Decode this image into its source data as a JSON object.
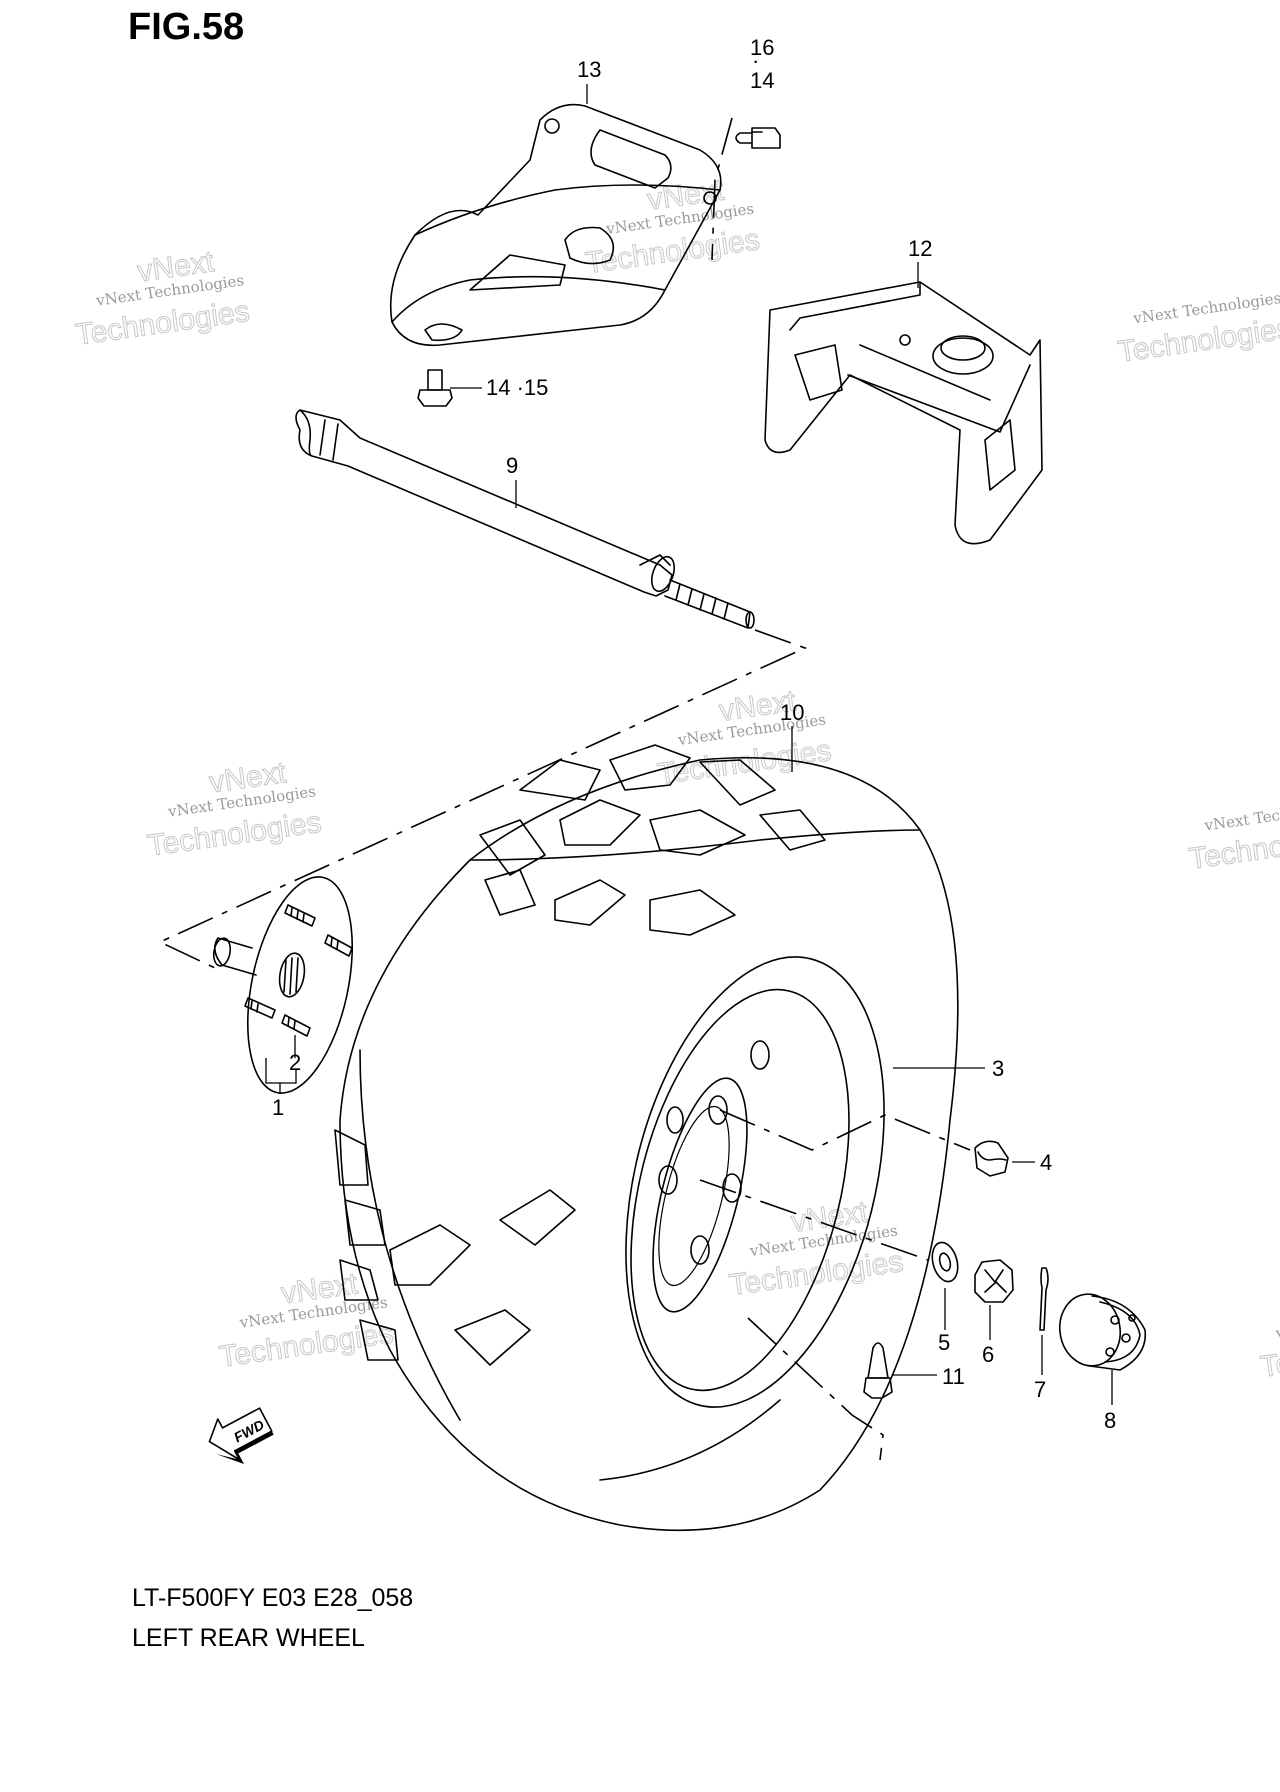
{
  "figure": {
    "title": "FIG.58",
    "model_code": "LT-F500FY  E03  E28_058",
    "description": "LEFT REAR WHEEL"
  },
  "watermark": {
    "line1": "vNext Technologies",
    "line2": "Technologies",
    "line3": "vNext"
  },
  "labels": {
    "l1": "1",
    "l2": "2",
    "l3": "3",
    "l4": "4",
    "l5": "5",
    "l6": "6",
    "l7": "7",
    "l8": "8",
    "l9": "9",
    "l10": "10",
    "l11": "11",
    "l12": "12",
    "l13": "13",
    "l14_top": "14",
    "l16": "16",
    "l14_15": "14 ·15",
    "fwd": "FWD"
  }
}
